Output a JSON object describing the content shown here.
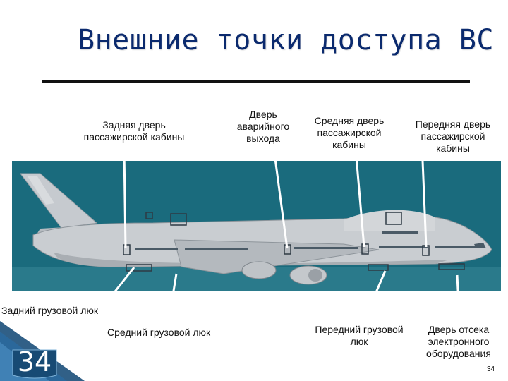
{
  "slide": {
    "title": "Внешние точки доступа ВС",
    "page_number": "34",
    "page_number_small": "34"
  },
  "labels": {
    "rear_pax_door": [
      "Задняя дверь",
      "пассажирской кабины"
    ],
    "emergency_exit": [
      "Дверь",
      "аварийного",
      "выхода"
    ],
    "mid_pax_door": [
      "Средняя дверь",
      "пассажирской",
      "кабины"
    ],
    "front_pax_door": [
      "Передняя дверь",
      "пассажирской",
      "кабины"
    ],
    "rear_cargo": "Задний грузовой люк",
    "mid_cargo": "Средний грузовой люк",
    "front_cargo": [
      "Передний грузовой",
      "люк"
    ],
    "avionics_door": [
      "Дверь отсека",
      "электронного",
      "оборудования"
    ]
  },
  "colors": {
    "title": "#0b2a6e",
    "photo_background": "#1a6b7d",
    "pointer_lines": "#ffffff",
    "aircraft_body": "#c9cdd1"
  }
}
